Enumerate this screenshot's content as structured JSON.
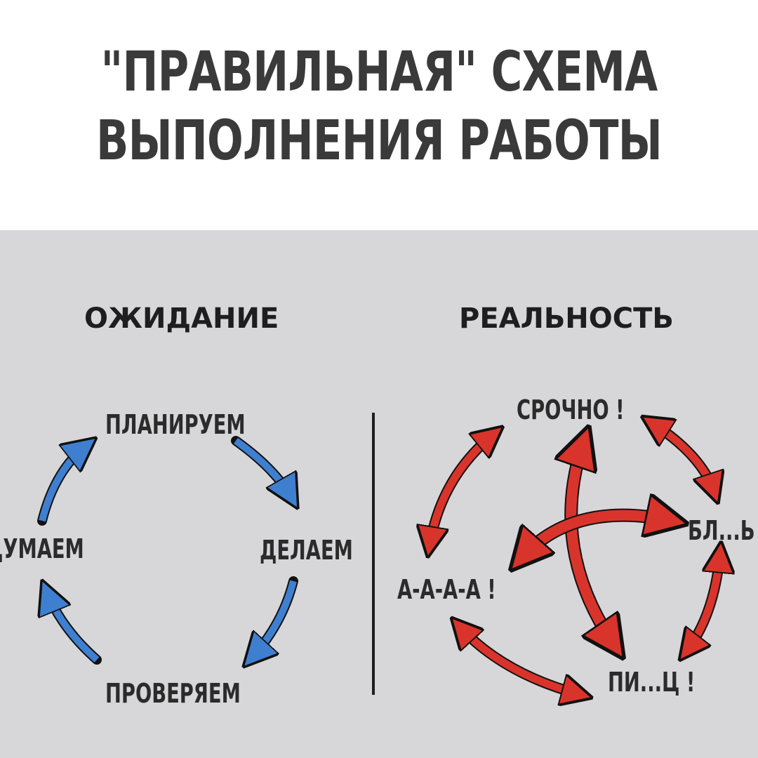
{
  "title": {
    "line1": "\"ПРАВИЛЬНАЯ\" СХЕМА",
    "line2": "ВЫПОЛНЕНИЯ РАБОТЫ"
  },
  "expectation": {
    "heading": "ОЖИДАНИЕ",
    "steps": {
      "plan": "ПЛАНИРУЕМ",
      "do": "ДЕЛАЕМ",
      "check": "ПРОВЕРЯЕМ",
      "think": "ДУМАЕМ"
    },
    "arrow_color": "#3f7fd0"
  },
  "reality": {
    "heading": "РЕАЛЬНОСТЬ",
    "steps": {
      "urgent": "СРОЧНО !",
      "bl": "БЛ...Ь",
      "pi": "ПИ...Ц !",
      "aaaa": "А-А-А-А !"
    },
    "arrow_color": "#d9342b"
  }
}
